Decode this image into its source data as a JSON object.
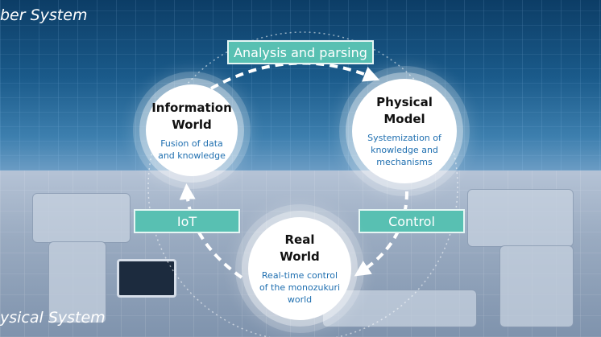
{
  "labels": {
    "cyber_system": "ber System",
    "physical_system": "ysical System"
  },
  "banners": {
    "analysis": "Analysis and parsing",
    "iot": "IoT",
    "control": "Control"
  },
  "nodes": {
    "information": {
      "title_lines": [
        "Information",
        "World"
      ],
      "desc_lines": [
        "Fusion of data",
        "and knowledge"
      ]
    },
    "physical": {
      "title_lines": [
        "Physical",
        "Model"
      ],
      "desc_lines": [
        "Systemization of",
        "knowledge and",
        "mechanisms"
      ]
    },
    "real": {
      "title_lines": [
        "Real",
        "World"
      ],
      "desc_lines": [
        "Real-time control",
        "of the monozukuri",
        "world"
      ]
    }
  },
  "colors": {
    "banner": "#58c0b2",
    "node_desc": "#1f6fb0",
    "cyber_bg": "#0c3d66",
    "physical_bg": "#9aabc1"
  }
}
